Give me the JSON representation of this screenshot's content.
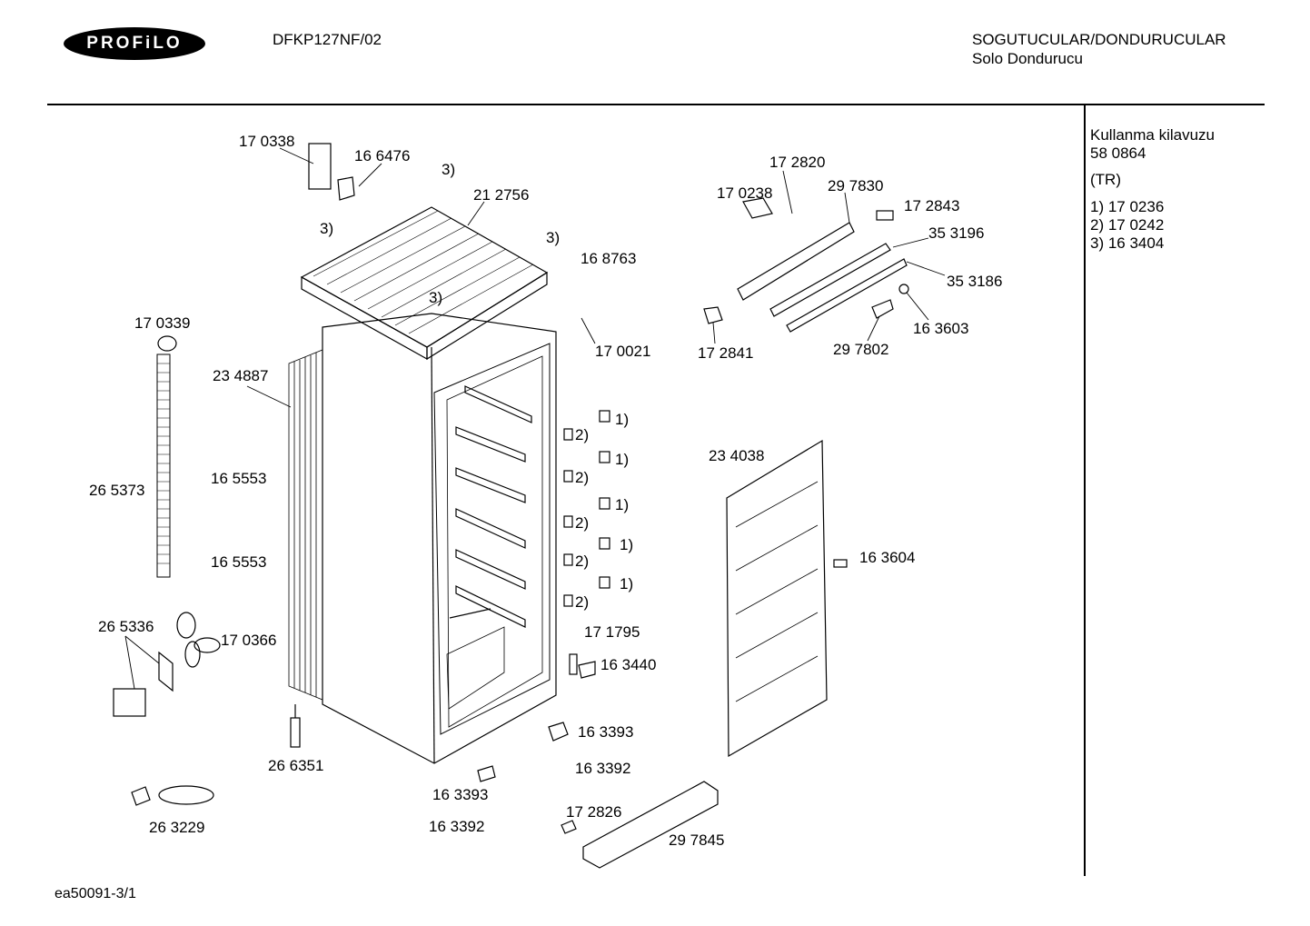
{
  "header": {
    "brand": "PROFiLO",
    "model": "DFKP127NF/02",
    "category": "SOGUTUCULAR/DONDURUCULAR",
    "subcategory": "Solo Dondurucu"
  },
  "side_panel": {
    "manual_label": "Kullanma kilavuzu",
    "manual_number": "58 0864",
    "language": "(TR)",
    "notes": [
      "1)  17 0236",
      "2)  17 0242",
      "3)  16 3404"
    ]
  },
  "callouts": [
    "17 0338",
    "16 6476",
    "3)",
    "21 2756",
    "3)",
    "3)",
    "16 8763",
    "3)",
    "17 0021",
    "17 0339",
    "23 4887",
    "16 5553",
    "26 5373",
    "16 5553",
    "26 5336",
    "17 0366",
    "26 6351",
    "26 3229",
    "16 3393",
    "16 3392",
    "1)",
    "2)",
    "1)",
    "2)",
    "1)",
    "2)",
    "1)",
    "2)",
    "1)",
    "2)",
    "17 1795",
    "16 3440",
    "16 3393",
    "16 3392",
    "17 2826",
    "29 7845",
    "23 4038",
    "16 3604",
    "17 2820",
    "17 0238",
    "29 7830",
    "17 2843",
    "35 3196",
    "35 3186",
    "16 3603",
    "17 2841",
    "29 7802"
  ],
  "footer": {
    "code": "ea50091-3/1"
  }
}
